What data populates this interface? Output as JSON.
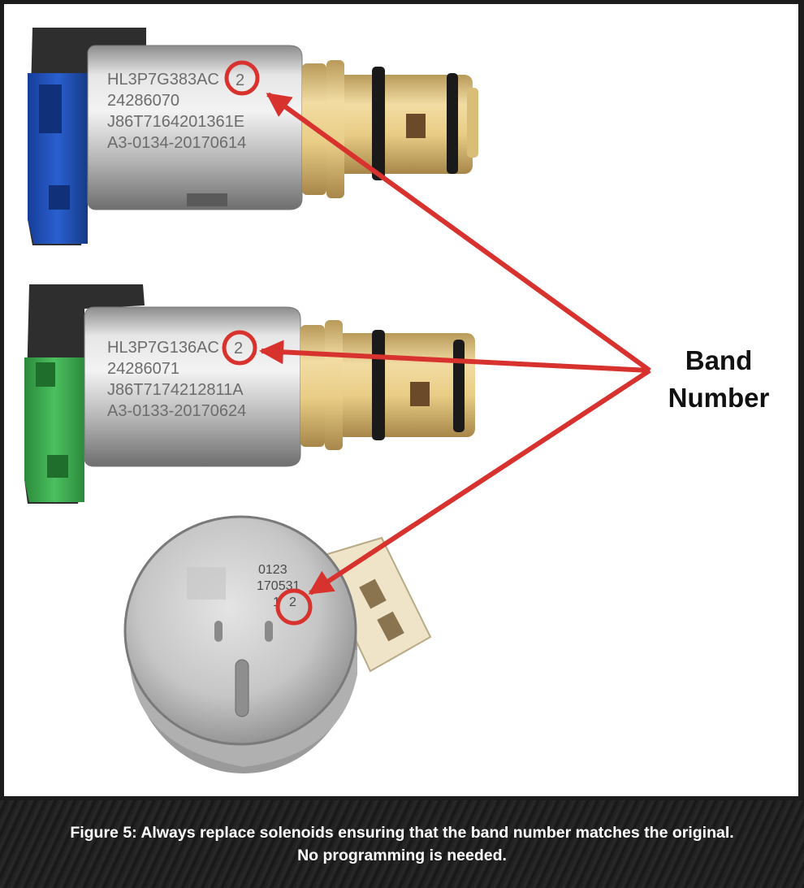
{
  "callout": {
    "line1": "Band",
    "line2": "Number"
  },
  "caption": {
    "line1": "Figure 5: Always replace solenoids ensuring that the band number matches the original.",
    "line2": "No programming is needed."
  },
  "solenoid_top": {
    "markings": [
      "HL3P7G383AC",
      "24286070",
      "J86T7164201361E",
      "A3-0134-20170614"
    ],
    "band_number": "2",
    "connector_color": "#1f4fb5"
  },
  "solenoid_middle": {
    "markings": [
      "HL3P7G136AC",
      "24286071",
      "J86T7174212811A",
      "A3-0133-20170624"
    ],
    "band_number": "2",
    "connector_color": "#3caa4c"
  },
  "solenoid_bottom": {
    "markings": [
      "0123",
      "170531",
      "1"
    ],
    "band_number": "2"
  },
  "colors": {
    "arrow_red": "#d8322e",
    "caption_bar": "#1c1c1c"
  }
}
